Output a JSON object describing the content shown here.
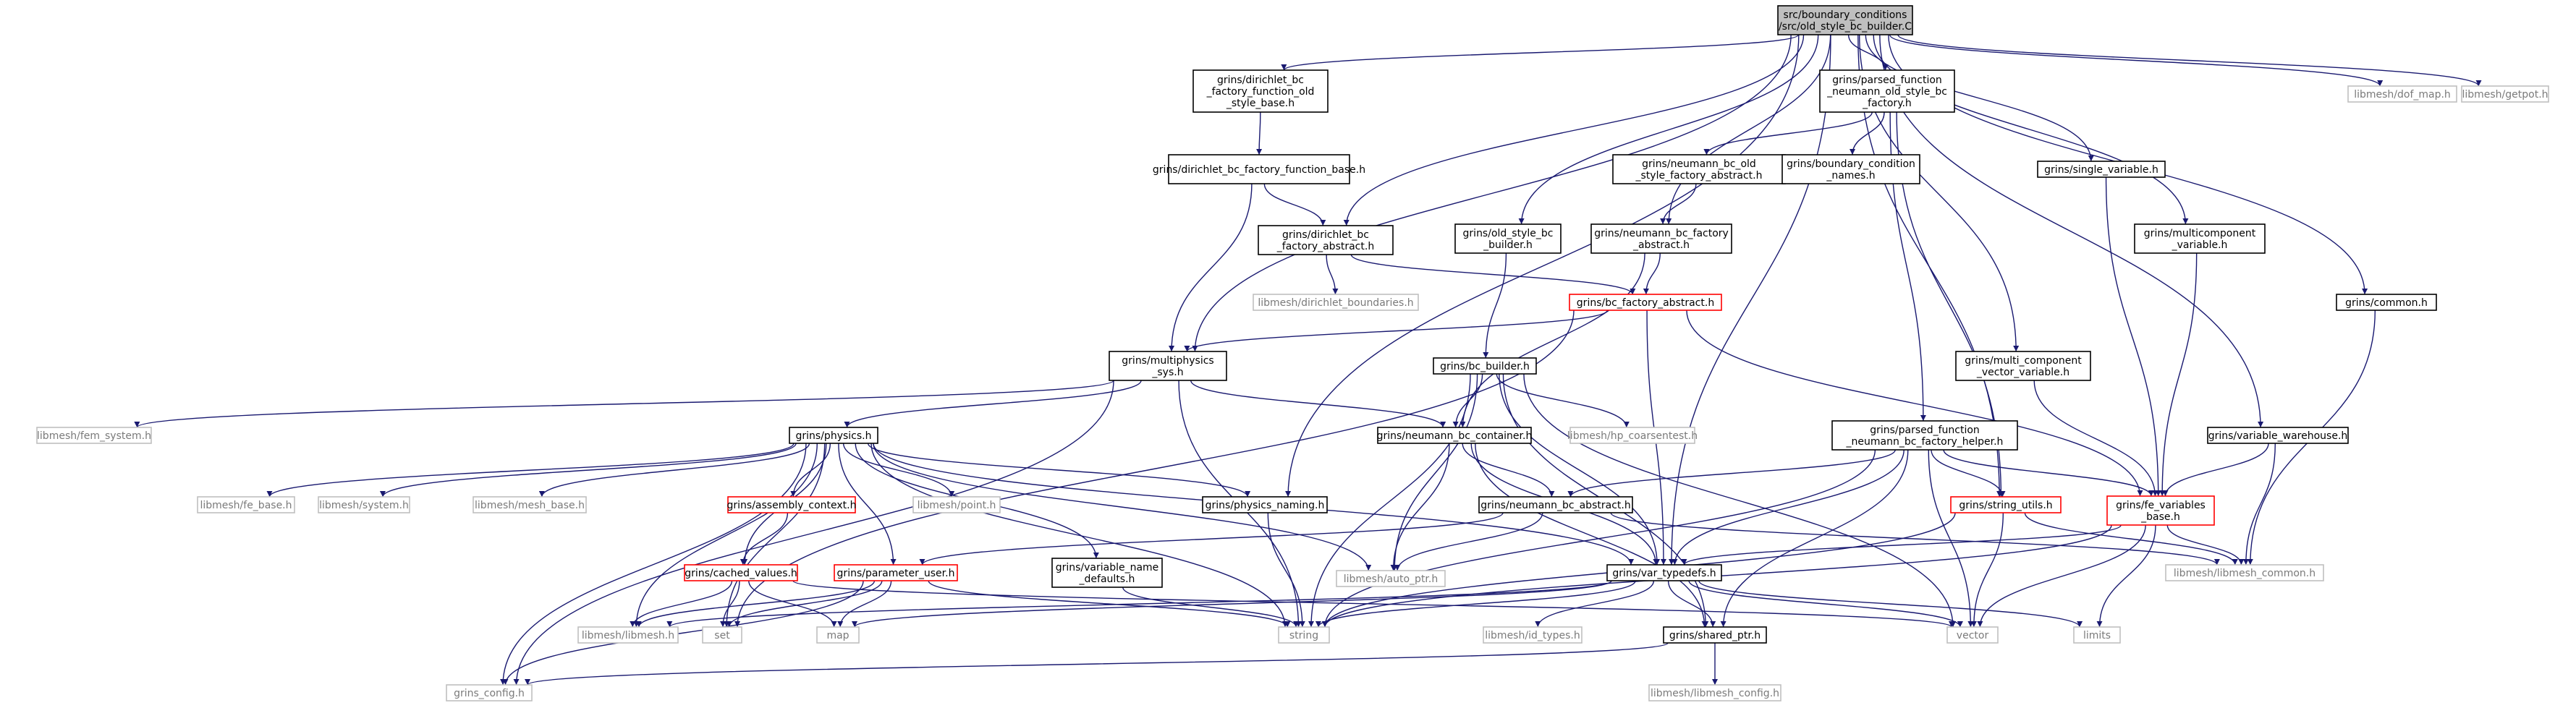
{
  "colors": {
    "edge": "#191970",
    "box_normal": "#000000",
    "box_missing": "#bfbfbf",
    "box_truncated": "#ff0000",
    "root_fill": "#bfbfbf"
  },
  "nodes": [
    {
      "id": "root",
      "lines": [
        "src/boundary_conditions",
        "/src/old_style_bc_builder.C"
      ],
      "style": "root"
    },
    {
      "id": "dir_old",
      "lines": [
        "grins/dirichlet_bc",
        "_factory_function_old",
        "_style_base.h"
      ],
      "style": "normal"
    },
    {
      "id": "pf_old",
      "lines": [
        "grins/parsed_function",
        "_neumann_old_style_bc",
        "_factory.h"
      ],
      "style": "normal"
    },
    {
      "id": "dofmap",
      "lines": [
        "libmesh/dof_map.h"
      ],
      "style": "missing"
    },
    {
      "id": "getpot",
      "lines": [
        "libmesh/getpot.h"
      ],
      "style": "missing"
    },
    {
      "id": "dir_fb",
      "lines": [
        "grins/dirichlet_bc_factory_function_base.h"
      ],
      "style": "normal"
    },
    {
      "id": "neu_old_abs",
      "lines": [
        "grins/neumann_bc_old",
        "_style_factory_abstract.h"
      ],
      "style": "normal"
    },
    {
      "id": "bc_names",
      "lines": [
        "grins/boundary_condition",
        "_names.h"
      ],
      "style": "normal"
    },
    {
      "id": "single_var",
      "lines": [
        "grins/single_variable.h"
      ],
      "style": "normal"
    },
    {
      "id": "dir_abs",
      "lines": [
        "grins/dirichlet_bc",
        "_factory_abstract.h"
      ],
      "style": "normal"
    },
    {
      "id": "old_builder",
      "lines": [
        "grins/old_style_bc",
        "_builder.h"
      ],
      "style": "normal"
    },
    {
      "id": "neu_fac_abs",
      "lines": [
        "grins/neumann_bc_factory",
        "_abstract.h"
      ],
      "style": "normal"
    },
    {
      "id": "multicomp",
      "lines": [
        "grins/multicomponent",
        "_variable.h"
      ],
      "style": "normal"
    },
    {
      "id": "dir_bounds",
      "lines": [
        "libmesh/dirichlet_boundaries.h"
      ],
      "style": "missing"
    },
    {
      "id": "bc_fac_abs",
      "lines": [
        "grins/bc_factory_abstract.h"
      ],
      "style": "truncated"
    },
    {
      "id": "common",
      "lines": [
        "grins/common.h"
      ],
      "style": "normal"
    },
    {
      "id": "multiphys",
      "lines": [
        "grins/multiphysics",
        "_sys.h"
      ],
      "style": "normal"
    },
    {
      "id": "bc_builder",
      "lines": [
        "grins/bc_builder.h"
      ],
      "style": "normal"
    },
    {
      "id": "multi_comp_vec",
      "lines": [
        "grins/multi_component",
        "_vector_variable.h"
      ],
      "style": "normal"
    },
    {
      "id": "fem_sys",
      "lines": [
        "libmesh/fem_system.h"
      ],
      "style": "missing"
    },
    {
      "id": "physics",
      "lines": [
        "grins/physics.h"
      ],
      "style": "normal"
    },
    {
      "id": "neu_container",
      "lines": [
        "grins/neumann_bc_container.h"
      ],
      "style": "normal"
    },
    {
      "id": "hp_coarsen",
      "lines": [
        "libmesh/hp_coarsentest.h"
      ],
      "style": "missing"
    },
    {
      "id": "pf_helper",
      "lines": [
        "grins/parsed_function",
        "_neumann_bc_factory_helper.h"
      ],
      "style": "normal"
    },
    {
      "id": "var_warehouse",
      "lines": [
        "grins/variable_warehouse.h"
      ],
      "style": "normal"
    },
    {
      "id": "fe_base",
      "lines": [
        "libmesh/fe_base.h"
      ],
      "style": "missing"
    },
    {
      "id": "system",
      "lines": [
        "libmesh/system.h"
      ],
      "style": "missing"
    },
    {
      "id": "mesh_base",
      "lines": [
        "libmesh/mesh_base.h"
      ],
      "style": "missing"
    },
    {
      "id": "assembly",
      "lines": [
        "grins/assembly_context.h"
      ],
      "style": "truncated"
    },
    {
      "id": "point",
      "lines": [
        "libmesh/point.h"
      ],
      "style": "missing"
    },
    {
      "id": "physics_naming",
      "lines": [
        "grins/physics_naming.h"
      ],
      "style": "normal"
    },
    {
      "id": "neu_abs",
      "lines": [
        "grins/neumann_bc_abstract.h"
      ],
      "style": "normal"
    },
    {
      "id": "string_utils",
      "lines": [
        "grins/string_utils.h"
      ],
      "style": "truncated"
    },
    {
      "id": "fe_vars",
      "lines": [
        "grins/fe_variables",
        "_base.h"
      ],
      "style": "truncated"
    },
    {
      "id": "var_name",
      "lines": [
        "grins/variable_name",
        "_defaults.h"
      ],
      "style": "normal"
    },
    {
      "id": "cached",
      "lines": [
        "grins/cached_values.h"
      ],
      "style": "truncated"
    },
    {
      "id": "param_user",
      "lines": [
        "grins/parameter_user.h"
      ],
      "style": "truncated"
    },
    {
      "id": "auto_ptr",
      "lines": [
        "libmesh/auto_ptr.h"
      ],
      "style": "missing"
    },
    {
      "id": "var_typedefs",
      "lines": [
        "grins/var_typedefs.h"
      ],
      "style": "normal"
    },
    {
      "id": "libmesh_common",
      "lines": [
        "libmesh/libmesh_common.h"
      ],
      "style": "missing"
    },
    {
      "id": "libmesh",
      "lines": [
        "libmesh/libmesh.h"
      ],
      "style": "missing"
    },
    {
      "id": "set",
      "lines": [
        "set"
      ],
      "style": "missing"
    },
    {
      "id": "map",
      "lines": [
        "map"
      ],
      "style": "missing"
    },
    {
      "id": "string",
      "lines": [
        "string"
      ],
      "style": "missing"
    },
    {
      "id": "id_types",
      "lines": [
        "libmesh/id_types.h"
      ],
      "style": "missing"
    },
    {
      "id": "shared_ptr",
      "lines": [
        "grins/shared_ptr.h"
      ],
      "style": "normal"
    },
    {
      "id": "vector",
      "lines": [
        "vector"
      ],
      "style": "missing"
    },
    {
      "id": "limits",
      "lines": [
        "limits"
      ],
      "style": "missing"
    },
    {
      "id": "grins_config",
      "lines": [
        "grins_config.h"
      ],
      "style": "missing"
    },
    {
      "id": "libmesh_config",
      "lines": [
        "libmesh/libmesh_config.h"
      ],
      "style": "missing"
    }
  ],
  "edges": [
    [
      "root",
      "dir_old"
    ],
    [
      "root",
      "pf_old"
    ],
    [
      "root",
      "dofmap"
    ],
    [
      "root",
      "getpot"
    ],
    [
      "root",
      "multiphys"
    ],
    [
      "root",
      "dir_abs"
    ],
    [
      "root",
      "old_builder"
    ],
    [
      "root",
      "neu_fac_abs"
    ],
    [
      "root",
      "physics_naming"
    ],
    [
      "root",
      "var_typedefs"
    ],
    [
      "root",
      "string_utils"
    ],
    [
      "root",
      "single_var"
    ],
    [
      "root",
      "multicomp"
    ],
    [
      "root",
      "multi_comp_vec"
    ],
    [
      "root",
      "var_warehouse"
    ],
    [
      "root",
      "common"
    ],
    [
      "dir_old",
      "dir_fb"
    ],
    [
      "dir_fb",
      "dir_abs"
    ],
    [
      "dir_fb",
      "multiphys"
    ],
    [
      "dir_abs",
      "dir_bounds"
    ],
    [
      "dir_abs",
      "bc_fac_abs"
    ],
    [
      "pf_old",
      "neu_old_abs"
    ],
    [
      "pf_old",
      "bc_names"
    ],
    [
      "pf_old",
      "pf_helper"
    ],
    [
      "pf_old",
      "string_utils"
    ],
    [
      "neu_old_abs",
      "neu_fac_abs"
    ],
    [
      "neu_fac_abs",
      "bc_fac_abs"
    ],
    [
      "neu_fac_abs",
      "neu_container"
    ],
    [
      "bc_fac_abs",
      "multiphys"
    ],
    [
      "bc_fac_abs",
      "var_typedefs"
    ],
    [
      "bc_fac_abs",
      "fe_vars"
    ],
    [
      "bc_fac_abs",
      "set"
    ],
    [
      "old_builder",
      "bc_builder"
    ],
    [
      "multiphys",
      "fem_sys"
    ],
    [
      "multiphys",
      "physics"
    ],
    [
      "multiphys",
      "neu_container"
    ],
    [
      "multiphys",
      "string"
    ],
    [
      "multiphys",
      "grins_config"
    ],
    [
      "bc_builder",
      "neu_container"
    ],
    [
      "bc_builder",
      "hp_coarsen"
    ],
    [
      "bc_builder",
      "var_typedefs"
    ],
    [
      "bc_builder",
      "auto_ptr"
    ],
    [
      "bc_builder",
      "string"
    ],
    [
      "bc_builder",
      "vector"
    ],
    [
      "bc_builder",
      "shared_ptr"
    ],
    [
      "physics",
      "fe_base"
    ],
    [
      "physics",
      "system"
    ],
    [
      "physics",
      "mesh_base"
    ],
    [
      "physics",
      "assembly"
    ],
    [
      "physics",
      "point"
    ],
    [
      "physics",
      "physics_naming"
    ],
    [
      "physics",
      "var_name"
    ],
    [
      "physics",
      "cached"
    ],
    [
      "physics",
      "param_user"
    ],
    [
      "physics",
      "libmesh"
    ],
    [
      "physics",
      "set"
    ],
    [
      "physics",
      "string"
    ],
    [
      "physics",
      "grins_config"
    ],
    [
      "physics",
      "var_typedefs"
    ],
    [
      "physics",
      "auto_ptr"
    ],
    [
      "neu_container",
      "neu_abs"
    ],
    [
      "neu_container",
      "auto_ptr"
    ],
    [
      "neu_container",
      "var_typedefs"
    ],
    [
      "neu_container",
      "shared_ptr"
    ],
    [
      "neu_abs",
      "param_user"
    ],
    [
      "neu_abs",
      "auto_ptr"
    ],
    [
      "neu_abs",
      "libmesh_common"
    ],
    [
      "pf_helper",
      "neu_abs"
    ],
    [
      "pf_helper",
      "string_utils"
    ],
    [
      "pf_helper",
      "var_typedefs"
    ],
    [
      "pf_helper",
      "fe_vars"
    ],
    [
      "pf_helper",
      "string"
    ],
    [
      "pf_helper",
      "vector"
    ],
    [
      "pf_helper",
      "shared_ptr"
    ],
    [
      "single_var",
      "fe_vars"
    ],
    [
      "multicomp",
      "fe_vars"
    ],
    [
      "multi_comp_vec",
      "fe_vars"
    ],
    [
      "var_warehouse",
      "fe_vars"
    ],
    [
      "var_warehouse",
      "libmesh_common"
    ],
    [
      "common",
      "libmesh_common"
    ],
    [
      "fe_vars",
      "var_typedefs"
    ],
    [
      "fe_vars",
      "libmesh_common"
    ],
    [
      "fe_vars",
      "vector"
    ],
    [
      "fe_vars",
      "string"
    ],
    [
      "fe_vars",
      "limits"
    ],
    [
      "string_utils",
      "libmesh_common"
    ],
    [
      "string_utils",
      "string"
    ],
    [
      "string_utils",
      "vector"
    ],
    [
      "assembly",
      "cached"
    ],
    [
      "cached",
      "libmesh"
    ],
    [
      "cached",
      "set"
    ],
    [
      "cached",
      "map"
    ],
    [
      "cached",
      "vector"
    ],
    [
      "param_user",
      "libmesh"
    ],
    [
      "param_user",
      "set"
    ],
    [
      "param_user",
      "map"
    ],
    [
      "param_user",
      "string"
    ],
    [
      "param_user",
      "grins_config"
    ],
    [
      "var_name",
      "string"
    ],
    [
      "physics_naming",
      "string"
    ],
    [
      "var_typedefs",
      "id_types"
    ],
    [
      "var_typedefs",
      "shared_ptr"
    ],
    [
      "var_typedefs",
      "map"
    ],
    [
      "var_typedefs",
      "vector"
    ],
    [
      "var_typedefs",
      "string"
    ],
    [
      "var_typedefs",
      "limits"
    ],
    [
      "var_typedefs",
      "libmesh"
    ],
    [
      "shared_ptr",
      "libmesh_config"
    ],
    [
      "shared_ptr",
      "grins_config"
    ]
  ]
}
